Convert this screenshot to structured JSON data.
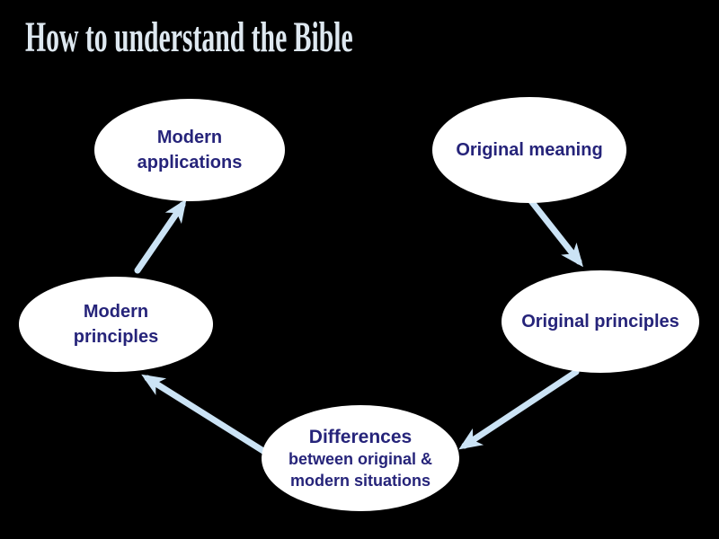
{
  "slide": {
    "title": "How to understand the Bible",
    "background_color": "#000000",
    "title_color": "#dee8f0"
  },
  "diagram": {
    "node_fill_color": "#ffffff",
    "node_text_color": "#26247a",
    "arrow_color": "#cbe3f5",
    "nodes": [
      {
        "id": "modern-applications",
        "lines": [
          "Modern",
          "applications"
        ]
      },
      {
        "id": "original-meaning",
        "lines": [
          "Original meaning"
        ]
      },
      {
        "id": "modern-principles",
        "lines": [
          "Modern",
          "principles"
        ]
      },
      {
        "id": "original-principles",
        "lines": [
          "Original principles"
        ]
      },
      {
        "id": "differences",
        "lines": [
          "Differences",
          "between original &",
          "modern situations"
        ]
      }
    ],
    "edges": [
      {
        "from": "original-meaning",
        "to": "original-principles"
      },
      {
        "from": "original-principles",
        "to": "differences"
      },
      {
        "from": "differences",
        "to": "modern-principles"
      },
      {
        "from": "modern-principles",
        "to": "modern-applications"
      }
    ]
  }
}
